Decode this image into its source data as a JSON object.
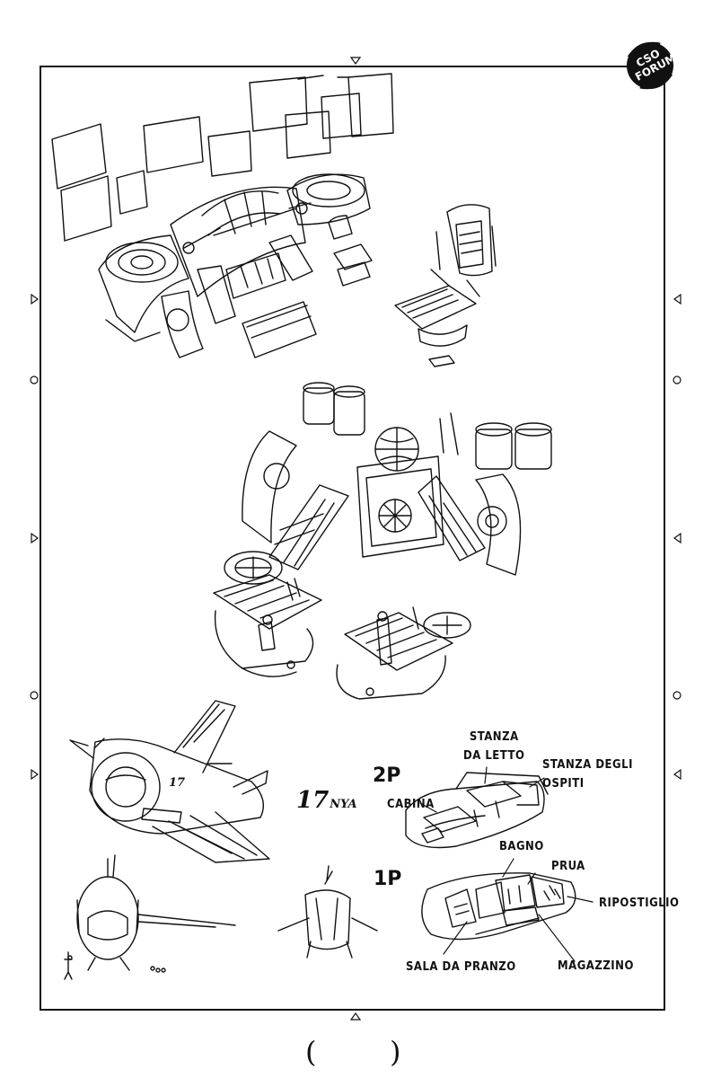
{
  "logo": {
    "line1": "CSO",
    "line2": "FORUM"
  },
  "ship_badge": {
    "number": "17",
    "suffix": "NYA"
  },
  "floors": {
    "upper": "2P",
    "lower": "1P"
  },
  "labels_2p": {
    "bedroom_line1": "STANZA",
    "bedroom_line2": "DA LETTO",
    "guest_line1": "STANZA DEGLI",
    "guest_line2": "OSPITI",
    "cabin": "CABINA"
  },
  "labels_1p": {
    "bathroom": "BAGNO",
    "bow": "PRUA",
    "closet": "RIPOSTIGLIO",
    "dining": "SALA DA PRANZO",
    "storage": "MAGAZZINO"
  },
  "footer": {
    "open": "(",
    "close": ")"
  }
}
